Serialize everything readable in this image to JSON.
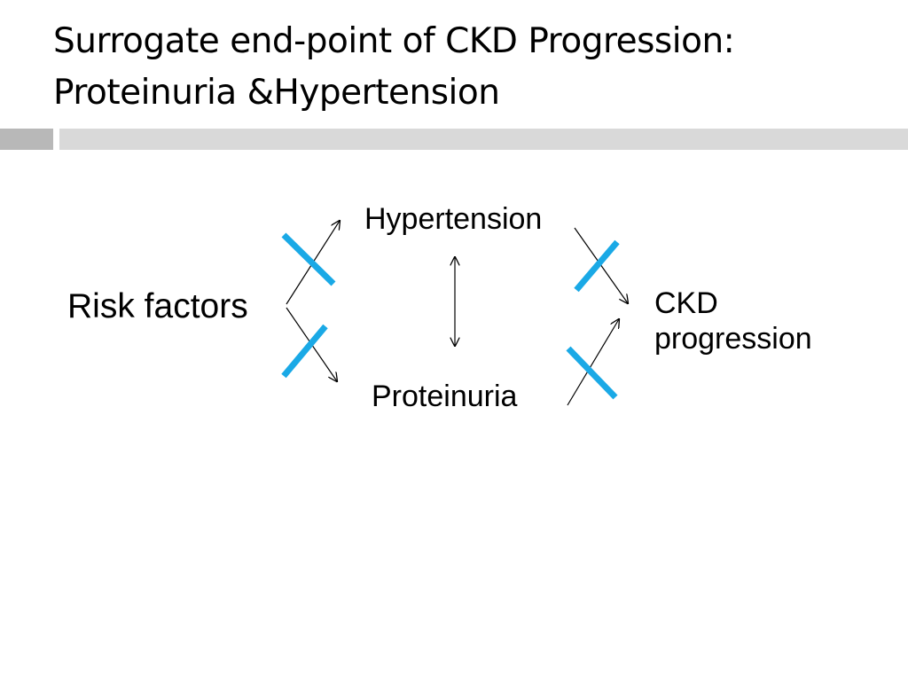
{
  "slide": {
    "title_line1": "Surrogate end-point of CKD Progression:",
    "title_line2": "Proteinuria &Hypertension"
  },
  "diagram": {
    "risk_factors": "Risk factors",
    "hypertension": "Hypertension",
    "proteinuria": "Proteinuria",
    "ckd_line1": "CKD",
    "ckd_line2": "progression"
  },
  "colors": {
    "block_marks": "#1aa9e6",
    "arrows": "#000000",
    "bar_left": "#b8b8b8",
    "bar_right": "#d9d9d9"
  }
}
